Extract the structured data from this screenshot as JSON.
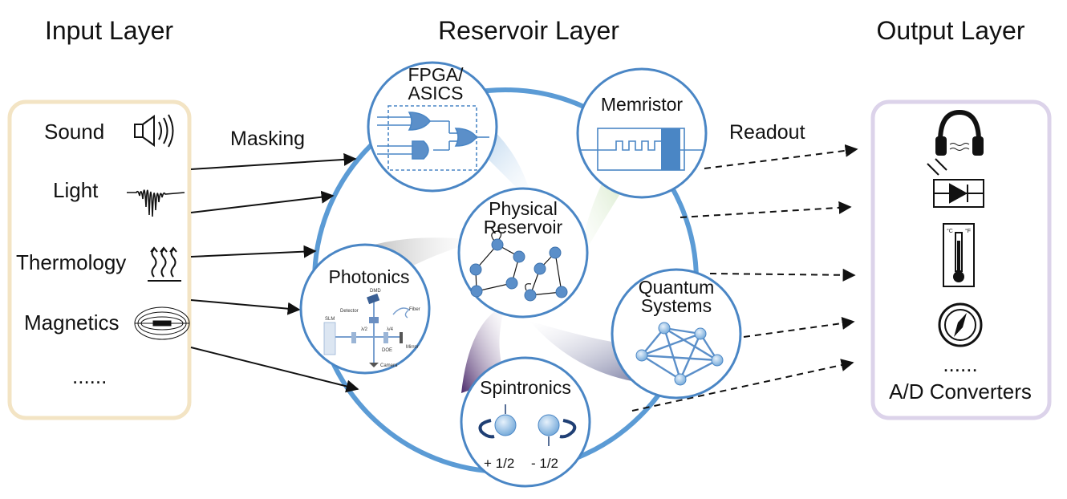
{
  "headers": {
    "input": "Input Layer",
    "reservoir": "Reservoir Layer",
    "output": "Output Layer"
  },
  "input": {
    "items": [
      "Sound",
      "Light",
      "Thermology",
      "Magnetics",
      "......"
    ]
  },
  "arrows": {
    "masking": "Masking",
    "readout": "Readout"
  },
  "reservoir": {
    "center": {
      "line1": "Physical",
      "line2": "Reservoir"
    },
    "fpga": {
      "line1": "FPGA/",
      "line2": "ASICS"
    },
    "memristor": "Memristor",
    "photonics": {
      "title": "Photonics",
      "parts": [
        "DMD",
        "Detector",
        "Fiber",
        "SLM",
        "λ/2",
        "λ/4",
        "Mirror",
        "DOE",
        "Camera"
      ]
    },
    "quantum": {
      "line1": "Quantum",
      "line2": "Systems"
    },
    "spintronics": {
      "title": "Spintronics",
      "spin_up": "+ 1/2",
      "spin_down": "- 1/2"
    }
  },
  "output": {
    "ellipsis": "......",
    "label": "A/D Converters",
    "icons": [
      "headphones-icon",
      "photodiode-icon",
      "thermometer-icon",
      "compass-icon"
    ],
    "thermo_units": [
      "°C",
      "°F"
    ]
  },
  "colors": {
    "input_border": "#f3e4c4",
    "output_border": "#dcd3ea",
    "ring": "#5b9bd5",
    "node_border": "#4a86c5",
    "node_fill": "#5b8fc9",
    "fpga_blade": "#9dc3e6",
    "memristor_blade": "#c5e0b4",
    "photonics_blade": "#a6a6a6",
    "quantum_blade": "#6a6f9c",
    "spin_blade": "#5c3d7a"
  }
}
